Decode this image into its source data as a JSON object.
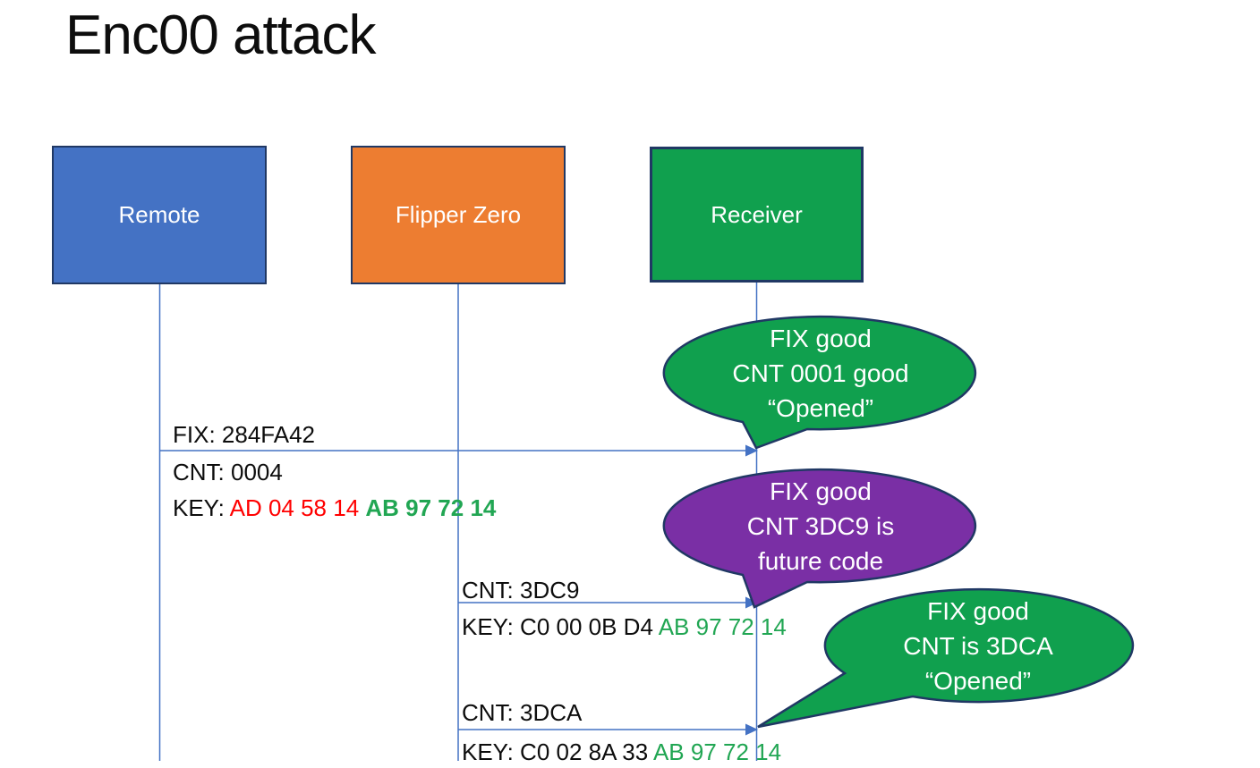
{
  "title": "Enc00 attack",
  "actors": [
    {
      "label": "Remote"
    },
    {
      "label": "Flipper Zero"
    },
    {
      "label": "Receiver"
    }
  ],
  "messages": [
    {
      "above": "FIX: 284FA42",
      "cnt": "CNT: 0004",
      "key_label": "KEY: ",
      "key_red": "AD 04 58 14 ",
      "key_green": "AB 97 72 14"
    },
    {
      "above": "CNT: 3DC9",
      "key_label": "KEY: ",
      "key_black": "C0 00 0B D4 ",
      "key_green": "AB 97 72 14"
    },
    {
      "above": "CNT: 3DCA",
      "key_label": "KEY: ",
      "key_black": "C0 02 8A 33 ",
      "key_green": "AB 97 72 14"
    }
  ],
  "bubbles": [
    {
      "color": "green",
      "lines": [
        "FIX good",
        "CNT 0001 good",
        "“Opened”"
      ]
    },
    {
      "color": "purple",
      "lines": [
        "FIX good",
        "CNT 3DC9 is",
        "future code"
      ]
    },
    {
      "color": "green",
      "lines": [
        "FIX good",
        "CNT is 3DCA",
        "“Opened”"
      ]
    }
  ],
  "colors": {
    "remote_box": "#4472C4",
    "flipper_box": "#ED7D31",
    "receiver_box": "#10A04E",
    "bubble_purple": "#7A2FA5",
    "box_border": "#203864",
    "line_blue": "#4472C4",
    "key_red": "#FF0000",
    "key_green": "#21A653",
    "text_dark": "#0D0D0D"
  }
}
